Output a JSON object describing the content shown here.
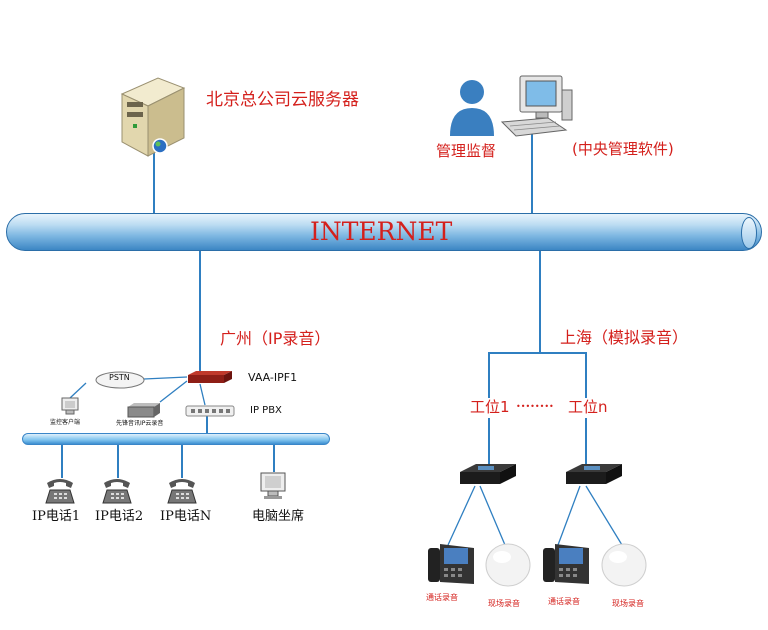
{
  "cloud_server_label": "北京总公司云服务器",
  "monitor_label": "管理监督",
  "central_software_label": "(中央管理软件)",
  "internet_label": "INTERNET",
  "guangzhou_label": "广州（IP录音）",
  "shanghai_label": "上海（模拟录音）",
  "guangzhou": {
    "pstn_label": "PSTN",
    "gateway_label": "VAA-IPF1",
    "pbx_label": "IP  PBX",
    "client_label": "监控客户端",
    "recorder_label": "先锋音讯IP云录音",
    "phones": [
      "IP电话1",
      "IP电话2",
      "IP电话N"
    ],
    "pc_label": "电脑坐席"
  },
  "shanghai": {
    "station_start": "工位1",
    "station_dots": "••••••••",
    "station_end": "工位n",
    "call_record_label": "通话录音",
    "site_record_label": "现场录音"
  },
  "colors": {
    "red_text": "#d4201c",
    "pipe": "#7fb8e2",
    "line": "#2f7fc1"
  }
}
